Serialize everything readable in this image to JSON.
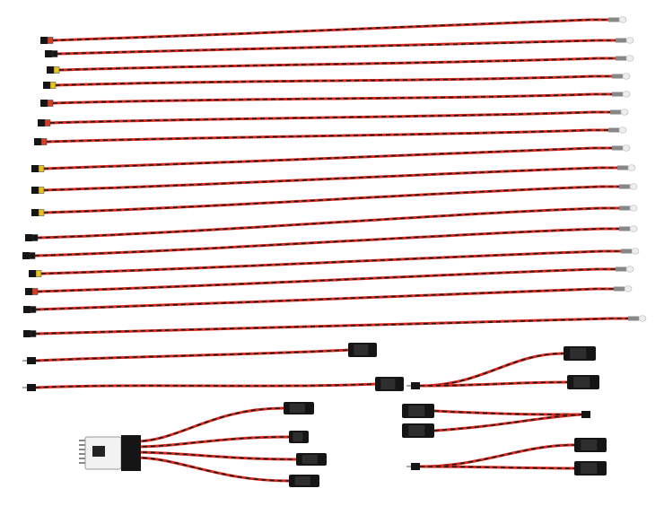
{
  "photo": {
    "subject": "led-wire-kit",
    "led_wire_count": 16,
    "extension_cable_count": 2,
    "y_splitter_count": 3,
    "controller_board_count": 1
  },
  "colors": {
    "background": "#ffffff",
    "wire_red": "#d8281c",
    "wire_black": "#1c1c1c",
    "connector_black": "#151515",
    "connector_yellow": "#e8c21a",
    "connector_red": "#d93a22",
    "led_white": "#eeeeee",
    "board_white": "#f2f2f2"
  }
}
